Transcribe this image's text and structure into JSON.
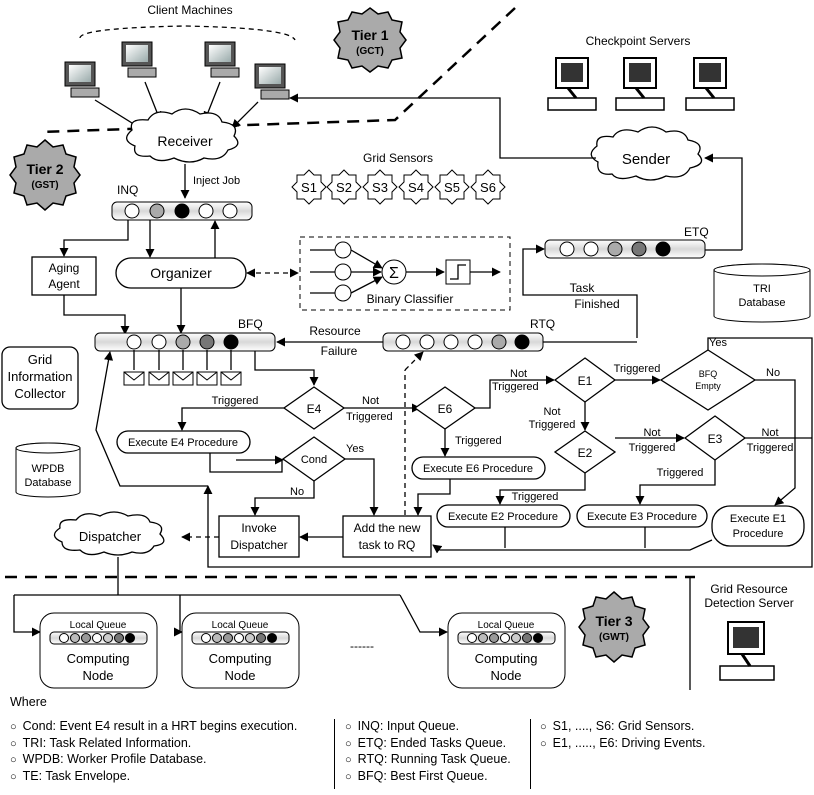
{
  "labels": {
    "client_machines": "Client Machines",
    "checkpoint_servers": "Checkpoint Servers",
    "receiver": "Receiver",
    "sender": "Sender",
    "dispatcher": "Dispatcher",
    "tier1_title": "Tier 1",
    "tier1_sub": "(GCT)",
    "tier2_title": "Tier 2",
    "tier2_sub": "(GST)",
    "tier3_title": "Tier 3",
    "tier3_sub": "(GWT)",
    "inject_job": "Inject Job",
    "inq": "INQ",
    "bfq": "BFQ",
    "rtq": "RTQ",
    "etq": "ETQ",
    "grid_sensors": "Grid Sensors",
    "sensors": [
      "S1",
      "S2",
      "S3",
      "S4",
      "S5",
      "S6"
    ],
    "aging_agent_1": "Aging",
    "aging_agent_2": "Agent",
    "organizer": "Organizer",
    "binary_classifier": "Binary Classifier",
    "sigma": "Σ",
    "task_finished_1": "Task",
    "task_finished_2": "Finished",
    "tri_db_1": "TRI",
    "tri_db_2": "Database",
    "grid_info_1": "Grid",
    "grid_info_2": "Information",
    "grid_info_3": "Collector",
    "resource_failure_1": "Resource",
    "resource_failure_2": "Failure",
    "wpdb_1": "WPDB",
    "wpdb_2": "Database",
    "e1": "E1",
    "e2": "E2",
    "e3": "E3",
    "e4": "E4",
    "e6": "E6",
    "cond": "Cond",
    "bfq_empty_1": "BFQ",
    "bfq_empty_2": "Empty",
    "triggered": "Triggered",
    "not": "Not",
    "yes": "Yes",
    "no": "No",
    "exec_e4": "Execute E4 Procedure",
    "exec_e6": "Execute E6 Procedure",
    "exec_e2": "Execute E2 Procedure",
    "exec_e3": "Execute E3 Procedure",
    "exec_e1_1": "Execute E1",
    "exec_e1_2": "Procedure",
    "invoke_1": "Invoke",
    "invoke_2": "Dispatcher",
    "add_task_1": "Add the new",
    "add_task_2": "task to RQ",
    "grid_resource_1": "Grid Resource",
    "grid_resource_2": "Detection Server",
    "local_queue": "Local Queue",
    "computing_1": "Computing",
    "computing_2": "Node",
    "ellipsis": "------"
  },
  "legend": {
    "where": "Where",
    "col1": [
      "Cond: Event E4 result in a HRT begins execution.",
      "TRI: Task Related Information.",
      "WPDB: Worker Profile Database.",
      "TE: Task Envelope."
    ],
    "col2": [
      "INQ: Input Queue.",
      "ETQ: Ended Tasks Queue.",
      "RTQ: Running Task Queue.",
      "BFQ: Best First Queue."
    ],
    "col3": [
      "S1, ...., S6: Grid Sensors.",
      "E1, ....., E6: Driving Events."
    ]
  }
}
